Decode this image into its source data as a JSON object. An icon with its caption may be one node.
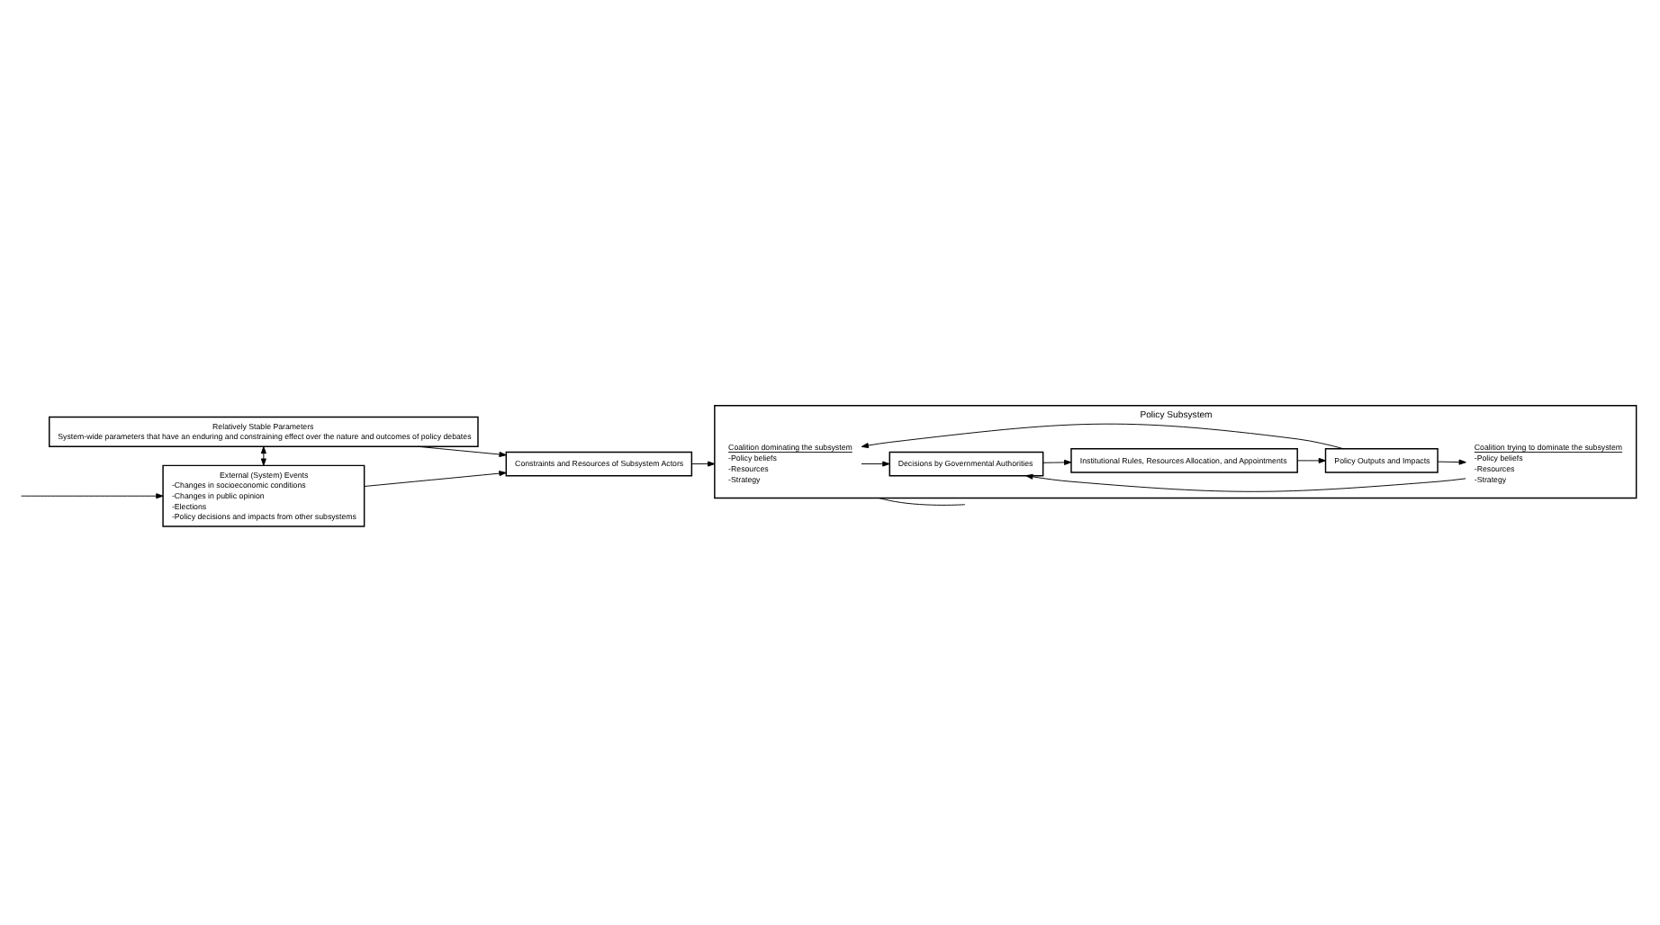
{
  "diagram": {
    "nodes": [
      {
        "text": [
          "Relatively Stable Parameters",
          "System-wide parameters that have an enduring and constraining effect over the nature and outcomes of policy debates"
        ]
      },
      {
        "text": [
          "External (System) Events",
          "-Changes in socioeconomic conditions",
          "-Changes in public opinion",
          "-Elections",
          "-Policy decisions and impacts from other subsystems"
        ]
      },
      {
        "text": [
          "Constraints and Resources of Subsystem Actors"
        ]
      },
      {
        "text": [
          "Policy Subsystem"
        ]
      },
      {
        "text": [
          "Coalition dominating the subsystem",
          "-Policy beliefs",
          "-Resources",
          "-Strategy"
        ],
        "in": 3
      },
      {
        "text": [
          "Coalition trying to dominate the subsystem",
          "-Policy beliefs",
          "-Resources",
          "-Strategy"
        ],
        "in": 3
      },
      {
        "text": [
          "Decisions by Governmental Authorities"
        ],
        "in": 3
      },
      {
        "text": [
          "Institutional Rules, Resources Allocation, and Appointments"
        ],
        "in": 3
      },
      {
        "text": [
          "Policy Outputs and Impacts"
        ],
        "in": 3
      }
    ],
    "edges": [
      {
        "from": 0,
        "to": 2,
        "arrow": "to"
      },
      {
        "from": 0,
        "to": 1,
        "arrow": "both"
      },
      {
        "from": 1,
        "to": 2,
        "arrow": "to"
      },
      {
        "from": 2,
        "to": 3,
        "arrow": "to"
      },
      {
        "from": 4,
        "to": 6,
        "arrow": "to"
      },
      {
        "from": 5,
        "to": 6,
        "arrow": "to"
      },
      {
        "from": 6,
        "to": 7,
        "arrow": "to"
      },
      {
        "from": 7,
        "to": 8,
        "arrow": "to"
      },
      {
        "from": 8,
        "to": 4,
        "arrow": "to"
      },
      {
        "from": 8,
        "to": 5,
        "arrow": "to"
      },
      {
        "from": 3,
        "to": null,
        "arrow": "none"
      },
      {
        "from": null,
        "to": 1,
        "arrow": "to"
      }
    ]
  }
}
